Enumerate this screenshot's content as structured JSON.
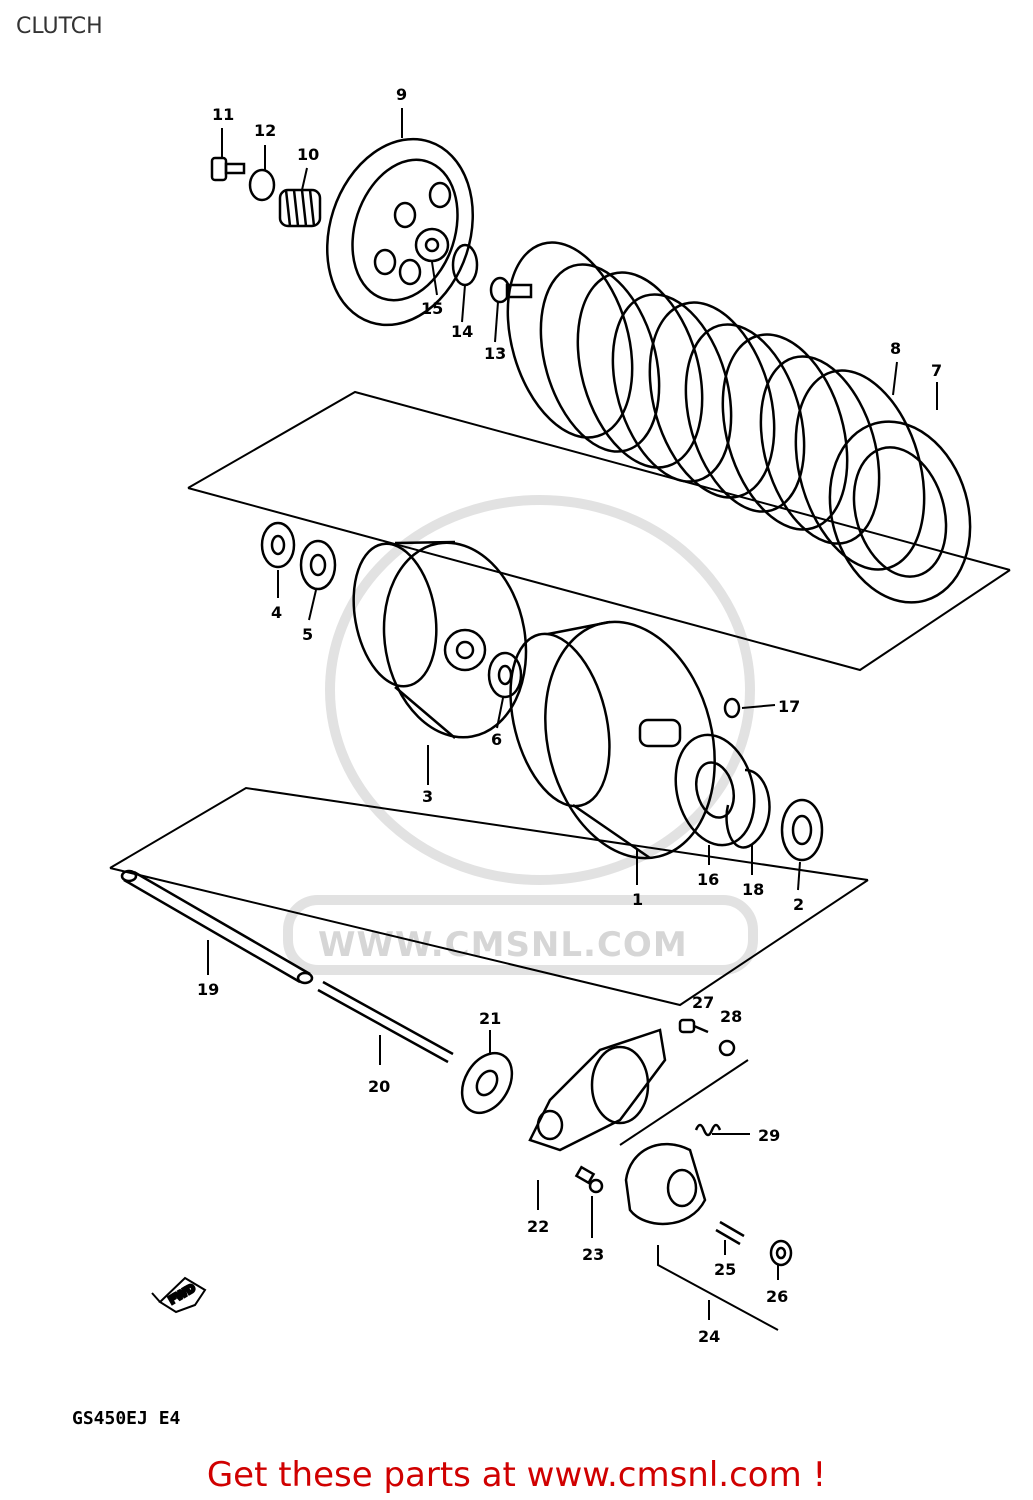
{
  "header": {
    "title": "CLUTCH"
  },
  "diagram": {
    "model_code": "GS450EJ E4",
    "watermark_text": "WWW.CMSNL.COM",
    "fwd_marker": "FWD",
    "part_labels": [
      "1",
      "2",
      "3",
      "4",
      "5",
      "6",
      "7",
      "8",
      "9",
      "10",
      "11",
      "12",
      "13",
      "14",
      "15",
      "16",
      "17",
      "18",
      "19",
      "20",
      "21",
      "22",
      "23",
      "24",
      "25",
      "26",
      "27",
      "28",
      "29"
    ]
  },
  "footer": {
    "link_text": "Get these parts at www.cmsnl.com !"
  },
  "colors": {
    "footer_link": "#d00000",
    "line_art": "#000000",
    "watermark": "#d6d6d6"
  }
}
